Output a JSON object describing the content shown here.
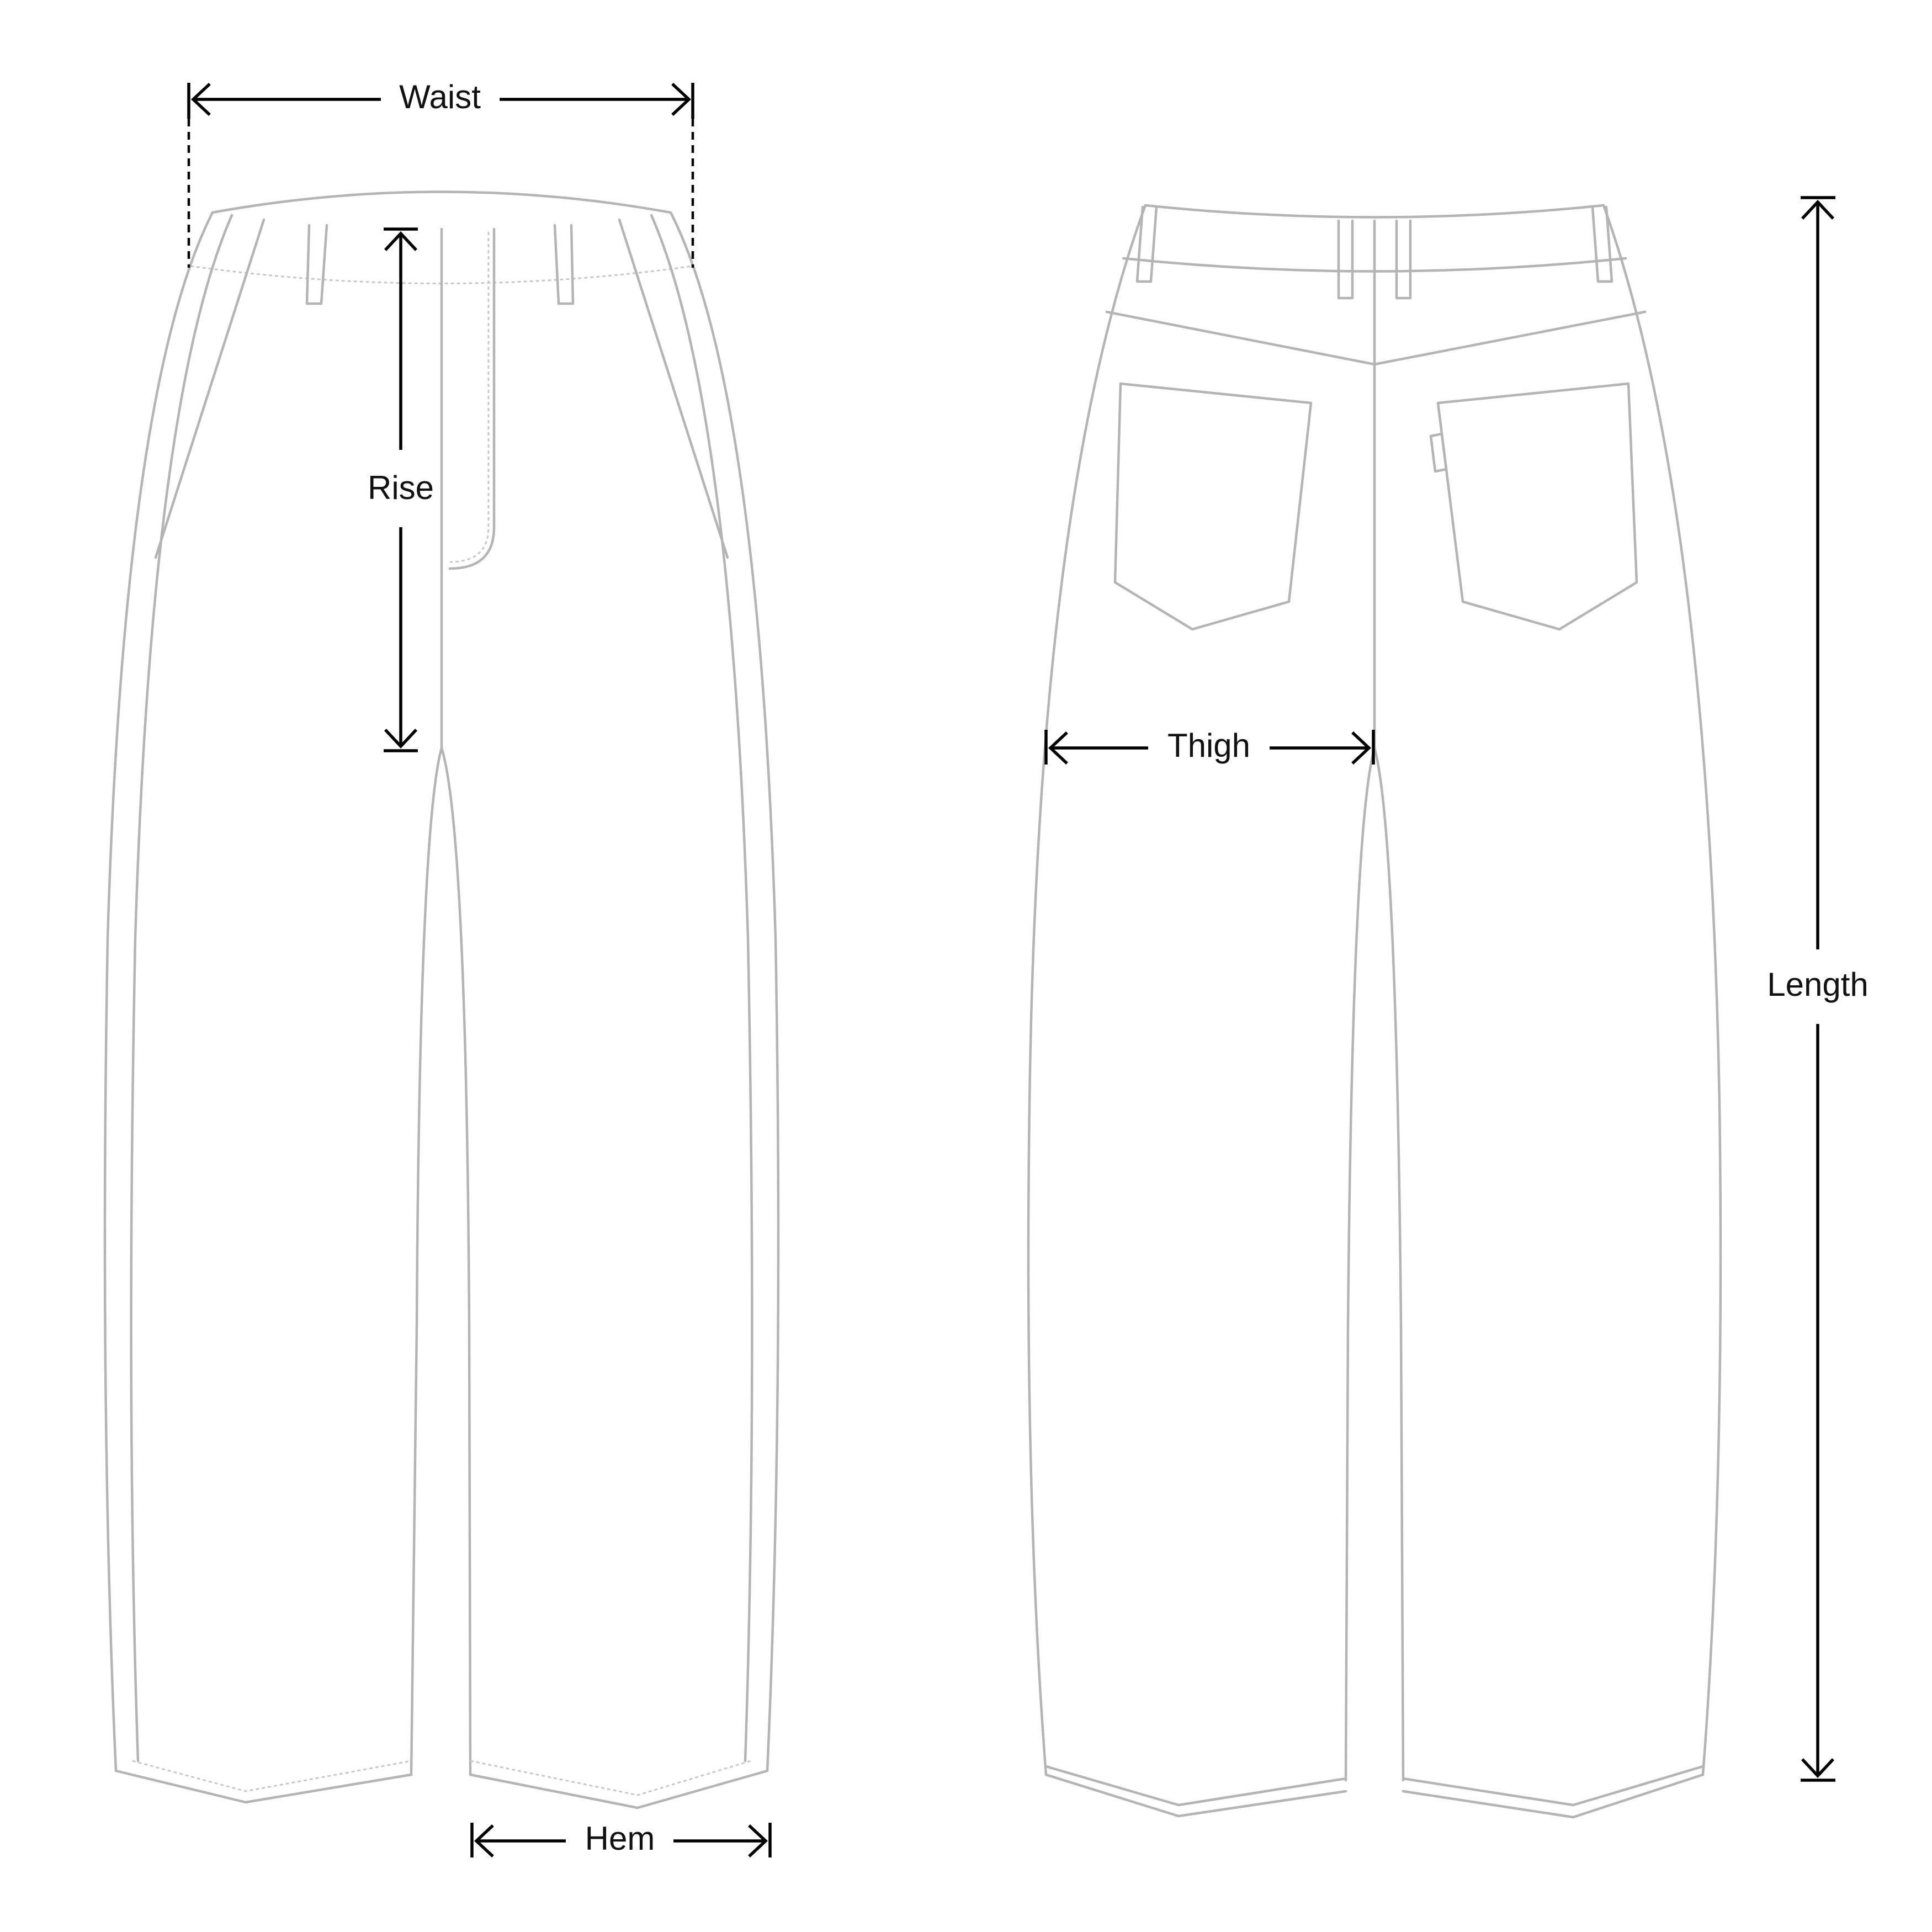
{
  "labels": {
    "waist": "Waist",
    "rise": "Rise",
    "thigh": "Thigh",
    "hem": "Hem",
    "length": "Length"
  },
  "views": [
    {
      "name": "front"
    },
    {
      "name": "back"
    }
  ],
  "colors": {
    "garment_outline": "#b4b4b4",
    "dimension_lines": "#000000",
    "background": "#ffffff"
  }
}
